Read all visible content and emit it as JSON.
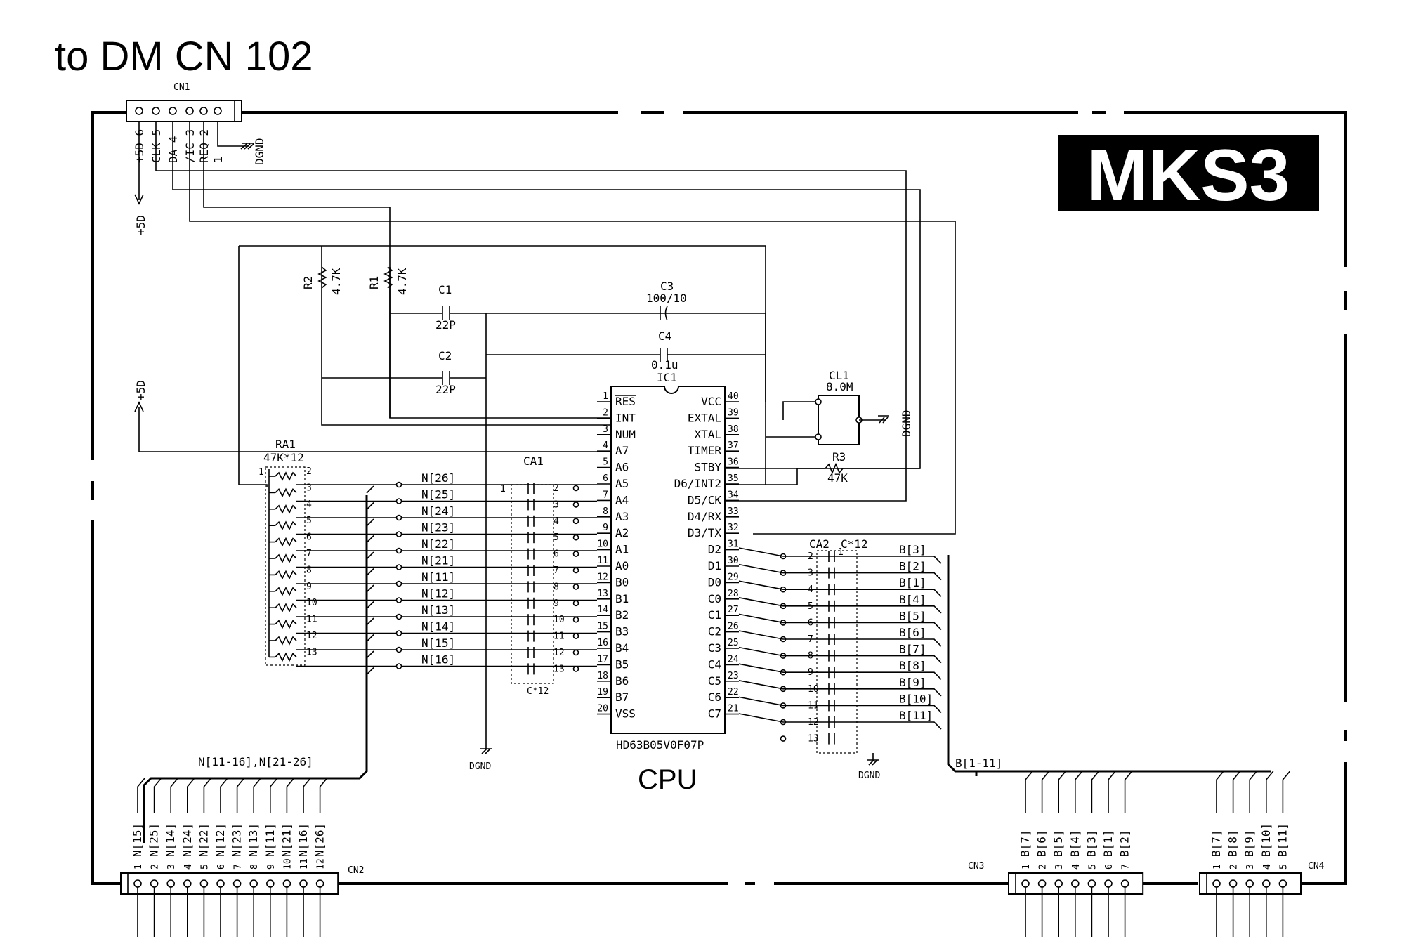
{
  "title": "to DM CN 102",
  "badge": "MKS3",
  "cpu_caption": "CPU",
  "ic": {
    "ref": "IC1",
    "part": "HD63B05V0F07P",
    "left_pins": [
      {
        "num": "1",
        "name": "RES"
      },
      {
        "num": "2",
        "name": "INT"
      },
      {
        "num": "3",
        "name": "NUM"
      },
      {
        "num": "4",
        "name": "A7"
      },
      {
        "num": "5",
        "name": "A6"
      },
      {
        "num": "6",
        "name": "A5"
      },
      {
        "num": "7",
        "name": "A4"
      },
      {
        "num": "8",
        "name": "A3"
      },
      {
        "num": "9",
        "name": "A2"
      },
      {
        "num": "10",
        "name": "A1"
      },
      {
        "num": "11",
        "name": "A0"
      },
      {
        "num": "12",
        "name": "B0"
      },
      {
        "num": "13",
        "name": "B1"
      },
      {
        "num": "14",
        "name": "B2"
      },
      {
        "num": "15",
        "name": "B3"
      },
      {
        "num": "16",
        "name": "B4"
      },
      {
        "num": "17",
        "name": "B5"
      },
      {
        "num": "18",
        "name": "B6"
      },
      {
        "num": "19",
        "name": "B7"
      },
      {
        "num": "20",
        "name": "VSS"
      }
    ],
    "right_pins": [
      {
        "num": "40",
        "name": "VCC"
      },
      {
        "num": "39",
        "name": "EXTAL"
      },
      {
        "num": "38",
        "name": "XTAL"
      },
      {
        "num": "37",
        "name": "TIMER"
      },
      {
        "num": "36",
        "name": "STBY"
      },
      {
        "num": "35",
        "name": "D6/INT2"
      },
      {
        "num": "34",
        "name": "D5/CK"
      },
      {
        "num": "33",
        "name": "D4/RX"
      },
      {
        "num": "32",
        "name": "D3/TX"
      },
      {
        "num": "31",
        "name": "D2"
      },
      {
        "num": "30",
        "name": "D1"
      },
      {
        "num": "29",
        "name": "D0"
      },
      {
        "num": "28",
        "name": "C0"
      },
      {
        "num": "27",
        "name": "C1"
      },
      {
        "num": "26",
        "name": "C2"
      },
      {
        "num": "25",
        "name": "C3"
      },
      {
        "num": "24",
        "name": "C4"
      },
      {
        "num": "23",
        "name": "C5"
      },
      {
        "num": "22",
        "name": "C6"
      },
      {
        "num": "21",
        "name": "C7"
      }
    ]
  },
  "cn1": {
    "ref": "CN1",
    "pins": [
      {
        "label": "+5D",
        "num": "6"
      },
      {
        "label": "CLK",
        "num": "5"
      },
      {
        "label": "DA",
        "num": "4"
      },
      {
        "label": "/IC",
        "num": "3"
      },
      {
        "label": "REQ",
        "num": "2"
      },
      {
        "label": "",
        "num": "1"
      }
    ],
    "gnd": "DGND",
    "supply": "+5D"
  },
  "components": {
    "r1": {
      "ref": "R1",
      "value": "4.7K"
    },
    "r2": {
      "ref": "R2",
      "value": "4.7K"
    },
    "r3": {
      "ref": "R3",
      "value": "47K"
    },
    "c1": {
      "ref": "C1",
      "value": "22P"
    },
    "c2": {
      "ref": "C2",
      "value": "22P"
    },
    "c3": {
      "ref": "C3",
      "value": "100/10"
    },
    "c4": {
      "ref": "C4",
      "value": "0.1u"
    },
    "cl1": {
      "ref": "CL1",
      "value": "8.0M"
    },
    "ra1": {
      "ref": "RA1",
      "value": "47K*12",
      "pins": [
        "1",
        "2",
        "3",
        "4",
        "5",
        "6",
        "7",
        "8",
        "9",
        "10",
        "11",
        "12",
        "13"
      ]
    },
    "ca1": {
      "ref": "CA1",
      "value": "C*12",
      "pins": [
        "1",
        "2",
        "3",
        "4",
        "5",
        "6",
        "7",
        "8",
        "9",
        "10",
        "11",
        "12",
        "13"
      ]
    },
    "ca2": {
      "ref": "CA2",
      "value": "C*12",
      "pins": [
        "1",
        "2",
        "3",
        "4",
        "5",
        "6",
        "7",
        "8",
        "9",
        "10",
        "11",
        "12",
        "13"
      ]
    },
    "supply_left": "+5D",
    "gnd_xtal": "DGND",
    "gnd_left": "DGND",
    "gnd_right": "DGND"
  },
  "n_nets": [
    "N[26]",
    "N[25]",
    "N[24]",
    "N[23]",
    "N[22]",
    "N[21]",
    "N[11]",
    "N[12]",
    "N[13]",
    "N[14]",
    "N[15]",
    "N[16]"
  ],
  "b_nets": [
    "B[3]",
    "B[2]",
    "B[1]",
    "B[4]",
    "B[5]",
    "B[6]",
    "B[7]",
    "B[8]",
    "B[9]",
    "B[10]",
    "B[11]"
  ],
  "bus_n_label": "N[11-16],N[21-26]",
  "bus_b_label": "B[1-11]",
  "cn2": {
    "ref": "CN2",
    "pins": [
      {
        "num": "1",
        "label": "N[15]"
      },
      {
        "num": "2",
        "label": "N[25]"
      },
      {
        "num": "3",
        "label": "N[14]"
      },
      {
        "num": "4",
        "label": "N[24]"
      },
      {
        "num": "5",
        "label": "N[22]"
      },
      {
        "num": "6",
        "label": "N[12]"
      },
      {
        "num": "7",
        "label": "N[23]"
      },
      {
        "num": "8",
        "label": "N[13]"
      },
      {
        "num": "9",
        "label": "N[11]"
      },
      {
        "num": "10",
        "label": "N[21]"
      },
      {
        "num": "11",
        "label": "N[16]"
      },
      {
        "num": "12",
        "label": "N[26]"
      }
    ]
  },
  "cn3": {
    "ref": "CN3",
    "pins": [
      {
        "num": "1",
        "label": "B[7]"
      },
      {
        "num": "2",
        "label": "B[6]"
      },
      {
        "num": "3",
        "label": "B[5]"
      },
      {
        "num": "4",
        "label": "B[4]"
      },
      {
        "num": "5",
        "label": "B[3]"
      },
      {
        "num": "6",
        "label": "B[1]"
      },
      {
        "num": "7",
        "label": "B[2]"
      }
    ]
  },
  "cn4": {
    "ref": "CN4",
    "pins": [
      {
        "num": "1",
        "label": "B[7]"
      },
      {
        "num": "2",
        "label": "B[8]"
      },
      {
        "num": "3",
        "label": "B[9]"
      },
      {
        "num": "4",
        "label": "B[10]"
      },
      {
        "num": "5",
        "label": "B[11]"
      }
    ]
  }
}
